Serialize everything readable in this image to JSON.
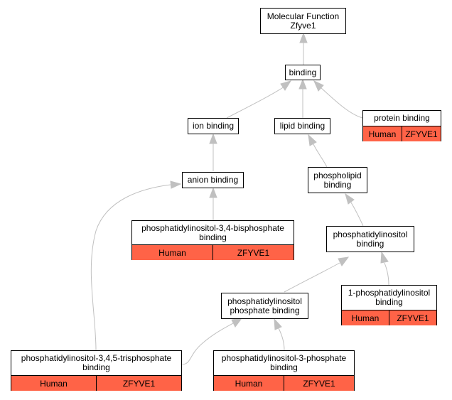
{
  "colors": {
    "annotation": "#ff6347",
    "edge": "#c0c0c0",
    "border": "#000000"
  },
  "nodes": [
    {
      "id": "mf",
      "lines": [
        "Molecular Function",
        "Zfyve1"
      ]
    },
    {
      "id": "binding",
      "lines": [
        "binding"
      ]
    },
    {
      "id": "ion",
      "lines": [
        "ion binding"
      ]
    },
    {
      "id": "lipid",
      "lines": [
        "lipid binding"
      ]
    },
    {
      "id": "protein",
      "lines": [
        "protein binding"
      ],
      "annotation": [
        "Human",
        "ZFYVE1"
      ]
    },
    {
      "id": "anion",
      "lines": [
        "anion binding"
      ]
    },
    {
      "id": "phospholipid",
      "lines": [
        "phospholipid",
        "binding"
      ]
    },
    {
      "id": "pi34bp",
      "lines": [
        "phosphatidylinositol-3,4-bisphosphate",
        "binding"
      ],
      "annotation": [
        "Human",
        "ZFYVE1"
      ]
    },
    {
      "id": "pi",
      "lines": [
        "phosphatidylinositol",
        "binding"
      ]
    },
    {
      "id": "pip",
      "lines": [
        "phosphatidylinositol",
        "phosphate binding"
      ]
    },
    {
      "id": "pi1",
      "lines": [
        "1-phosphatidylinositol",
        "binding"
      ],
      "annotation": [
        "Human",
        "ZFYVE1"
      ]
    },
    {
      "id": "pi345tp",
      "lines": [
        "phosphatidylinositol-3,4,5-trisphosphate",
        "binding"
      ],
      "annotation": [
        "Human",
        "ZFYVE1"
      ]
    },
    {
      "id": "pi3p",
      "lines": [
        "phosphatidylinositol-3-phosphate",
        "binding"
      ],
      "annotation": [
        "Human",
        "ZFYVE1"
      ]
    }
  ],
  "edges": [
    {
      "from": "binding",
      "to": "mf"
    },
    {
      "from": "ion",
      "to": "binding"
    },
    {
      "from": "lipid",
      "to": "binding"
    },
    {
      "from": "protein",
      "to": "binding"
    },
    {
      "from": "anion",
      "to": "ion"
    },
    {
      "from": "phospholipid",
      "to": "lipid"
    },
    {
      "from": "pi34bp",
      "to": "anion"
    },
    {
      "from": "pi345tp",
      "to": "anion"
    },
    {
      "from": "pi",
      "to": "phospholipid"
    },
    {
      "from": "pip",
      "to": "pi"
    },
    {
      "from": "pi1",
      "to": "pi"
    },
    {
      "from": "pi345tp",
      "to": "pip"
    },
    {
      "from": "pi3p",
      "to": "pip"
    }
  ]
}
